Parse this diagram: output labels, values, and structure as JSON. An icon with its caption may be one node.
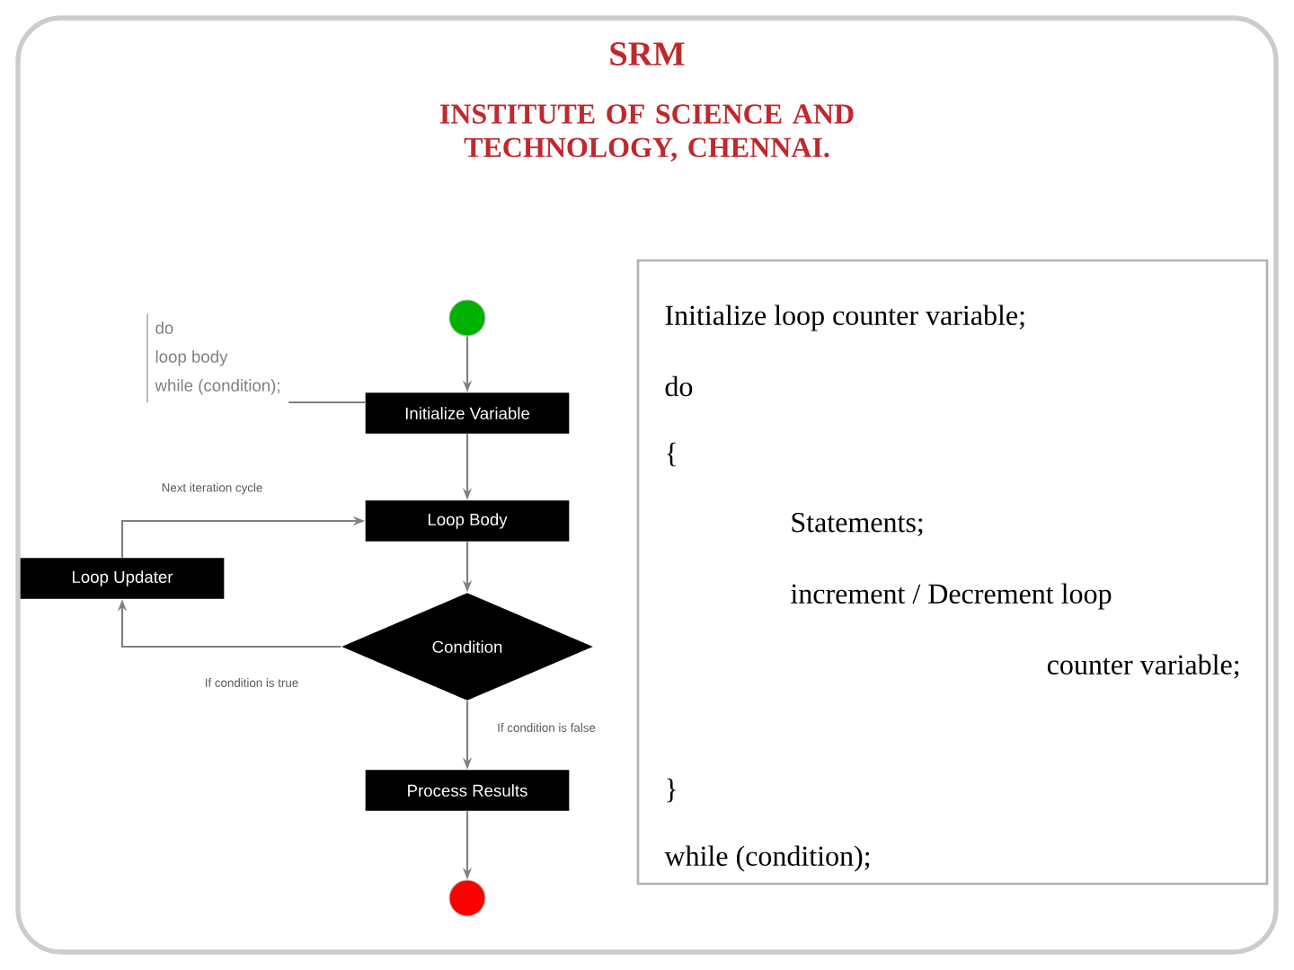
{
  "diagram": {
    "title": "SRM",
    "nodes": [
      {
        "text": [],
        "shape": "circle"
      },
      {
        "text": [
          "Initialize Variable"
        ]
      },
      {
        "text": [
          "Loop Body"
        ]
      },
      {
        "text": [
          "Loop Updater"
        ]
      },
      {
        "text": [
          "Condition"
        ]
      },
      {
        "text": [
          "Process Results"
        ]
      },
      {
        "text": [],
        "shape": "circle"
      },
      {
        "text": [
          "do",
          "loop body",
          "while (condition);"
        ]
      },
      {
        "text": [
          "Initialize loop counter variable;",
          "do",
          "{",
          "Statements;",
          "increment / Decrement loop",
          "counter variable;",
          "}",
          "while (condition);"
        ]
      }
    ],
    "edges": [
      {
        "from": 7,
        "to": 1,
        "arrow": "none"
      },
      {
        "from": 0,
        "to": 1,
        "arrow": "to"
      },
      {
        "from": 1,
        "to": 2,
        "arrow": "to"
      },
      {
        "from": 2,
        "to": 4,
        "arrow": "to"
      },
      {
        "from": 4,
        "to": 3,
        "arrow": "to",
        "label": "If condition is true"
      },
      {
        "from": 3,
        "to": 2,
        "arrow": "to",
        "label": "Next iteration cycle"
      },
      {
        "from": 4,
        "to": 5,
        "arrow": "to",
        "label": "If condition is false"
      },
      {
        "from": 5,
        "to": 6,
        "arrow": "to"
      }
    ],
    "labels": [
      "INSTITUTE OF SCIENCE AND TECHNOLOGY, CHENNAI."
    ]
  }
}
